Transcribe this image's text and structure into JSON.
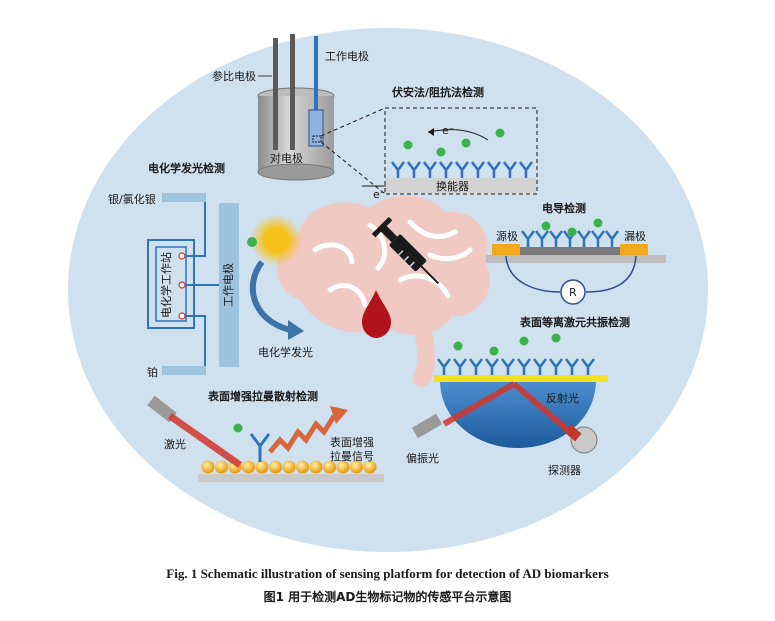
{
  "labels": {
    "reference_electrode": "参比电极",
    "working_electrode_top": "工作电极",
    "counter_electrode": "对电极",
    "voltammetry_impedance": "伏安法/阻抗法检测",
    "electron": "e⁻",
    "transducer": "换能器",
    "ecl_detection": "电化学发光检测",
    "silver_chloride": "银/氯化银",
    "workstation": "电化学工作站",
    "working_electrode_vertical": "工作电极",
    "ecl_light": "电化学发光",
    "platinum": "铂",
    "conductance_detection": "电导检测",
    "source": "源极",
    "drain": "漏极",
    "resistor": "R",
    "spr_detection": "表面等离激元共振检测",
    "reflected_light": "反射光",
    "polarized_light": "偏振光",
    "detector": "探测器",
    "sers_detection": "表面增强拉曼散射检测",
    "laser": "激光",
    "sers_signal_line1": "表面增强",
    "sers_signal_line2": "拉曼信号"
  },
  "caption": {
    "english": "Fig. 1    Schematic illustration of sensing platform for detection of AD biomarkers",
    "chinese": "图1    用于检测AD生物标记物的传感平台示意图"
  },
  "colors": {
    "background_ellipse": "#cfe0ef",
    "antibody": "#2f73b8",
    "biomarker": "#3ab24a",
    "brain": "#f0c9c3",
    "blood": "#b2121b",
    "laser_beam": "#d2362c",
    "gold": "#f2a81d"
  }
}
